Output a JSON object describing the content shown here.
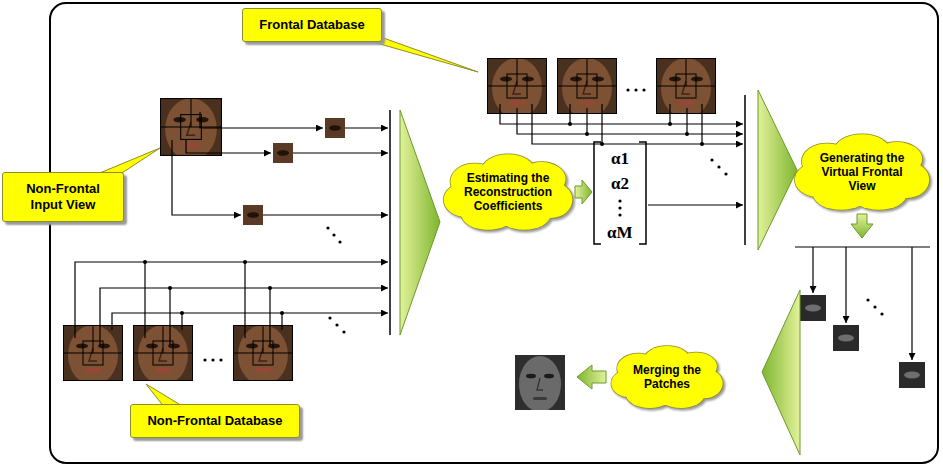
{
  "diagram": {
    "nodes": [
      {
        "text": [
          "Frontal Database"
        ]
      },
      {
        "text": [
          "Non-Frontal Input View"
        ]
      },
      {
        "text": [
          "Estimating the Reconstruction Coefficients"
        ]
      },
      {
        "text": [
          "Generating the Virtual Frontal View"
        ]
      },
      {
        "text": [
          "Merging the Patches"
        ]
      },
      {
        "text": [
          "Non-Frontal Database"
        ]
      }
    ],
    "labels": [
      "α1",
      "α2",
      "αM"
    ]
  }
}
